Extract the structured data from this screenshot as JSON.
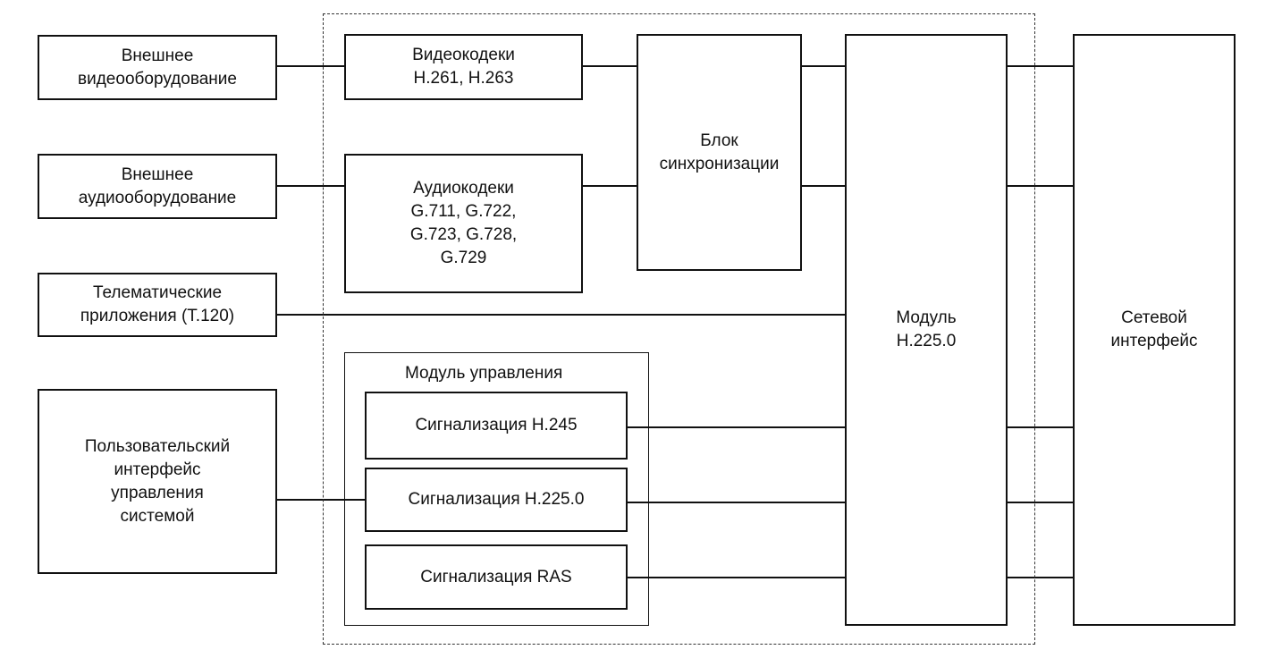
{
  "blocks": {
    "ext_video": "Внешнее\nвидеооборудование",
    "ext_audio": "Внешнее\nаудиооборудование",
    "telematics": "Телематические\nприложения (T.120)",
    "user_interface": "Пользовательский\nинтерфейс\nуправления\nсистемой",
    "video_codecs": "Видеокодеки\nH.261, H.263",
    "audio_codecs": "Аудиокодеки\nG.711, G.722,\nG.723, G.728,\nG.729",
    "sync": "Блок\nсинхронизации",
    "module_h225": "Модуль\nH.225.0",
    "network": "Сетевой\nинтерфейс",
    "control_module": "Модуль управления",
    "sig_h245": "Сигнализация H.245",
    "sig_h2250": "Сигнализация H.225.0",
    "sig_ras": "Сигнализация RAS"
  }
}
